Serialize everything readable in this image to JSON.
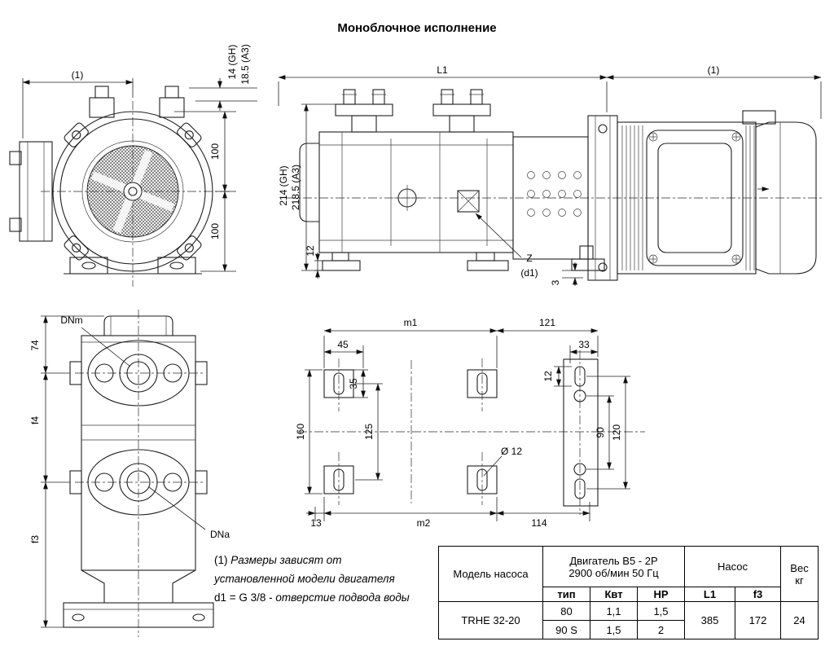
{
  "title": "Моноблочное исполнение",
  "dims": {
    "front": {
      "span": "(1)",
      "gh": "14 (GH)",
      "a3": "18.5 (A3)",
      "r_top": "100",
      "r_bottom": "100"
    },
    "side": {
      "l1": "L1",
      "span": "(1)",
      "h_gh": "214 (GH)",
      "h_a3": "218.5 (A3)",
      "foot": "12",
      "z": "Z",
      "d1": "(d1)",
      "gap": "3"
    },
    "port": {
      "dnm": "DNm",
      "d74": "74",
      "f4": "f4",
      "f3": "f3",
      "dna": "DNa"
    },
    "base": {
      "m1": "m1",
      "d121": "121",
      "d45": "45",
      "d33": "33",
      "d35": "35",
      "d12": "12",
      "d160": "160",
      "d125": "125",
      "d90": "90",
      "d120": "120",
      "hole": "Ø 12",
      "d13": "13",
      "m2": "m2",
      "d114": "114"
    }
  },
  "notes": {
    "prefix": "(1) ",
    "line1": "Размеры зависят от",
    "line2": "установленной модели двигателя",
    "line3_prefix": "d1 = G 3/8 - ",
    "line3_text": "отверстие подвода воды"
  },
  "table": {
    "model_header": "Модель насоса",
    "motor_header_line1": "Двигатель B5  - 2P",
    "motor_header_line2": "2900 об/мин 50 Гц",
    "pump_header": "Насос",
    "weight_line1": "Вес",
    "weight_line2": "кг",
    "col_type": "тип",
    "col_kw": "Квт",
    "col_hp": "HP",
    "col_l1": "L1",
    "col_f3": "f3",
    "model": "TRHE 32-20",
    "row1": {
      "type": "80",
      "kw": "1,1",
      "hp": "1,5"
    },
    "row2": {
      "type": "90 S",
      "kw": "1,5",
      "hp": "2"
    },
    "l1": "385",
    "f3": "172",
    "weight": "24"
  }
}
